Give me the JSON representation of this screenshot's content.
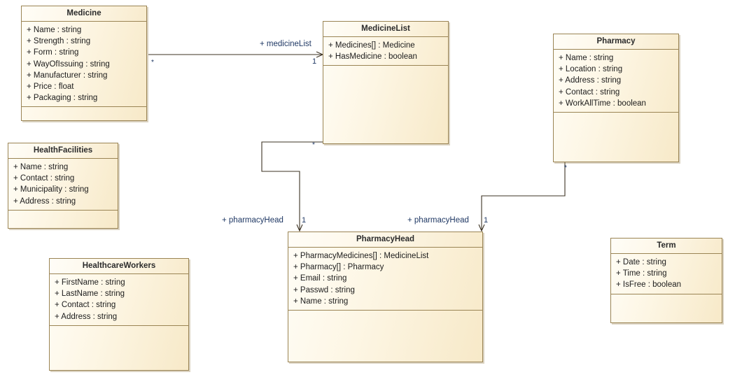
{
  "diagram": {
    "type": "uml-class-diagram",
    "background_color": "#ffffff",
    "box_fill": "#fdf6e4",
    "box_border": "#9a8454",
    "line_color": "#3d3323",
    "label_color": "#1f3864"
  },
  "classes": [
    {
      "id": "medicine",
      "name": "Medicine",
      "attributes": [
        "+ Name : string",
        "+ Strength : string",
        "+ Form : string",
        "+ WayOfIssuing : string",
        "+ Manufacturer : string",
        "+ Price : float",
        "+ Packaging : string"
      ],
      "operations": []
    },
    {
      "id": "medicinelist",
      "name": "MedicineList",
      "attributes": [
        "+ Medicines[] : Medicine",
        "+ HasMedicine : boolean"
      ],
      "operations": []
    },
    {
      "id": "pharmacy",
      "name": "Pharmacy",
      "attributes": [
        "+ Name : string",
        "+ Location : string",
        "+ Address : string",
        "+ Contact : string",
        "+ WorkAllTime : boolean"
      ],
      "operations": []
    },
    {
      "id": "healthfacilities",
      "name": "HealthFacilities",
      "attributes": [
        "+ Name : string",
        "+ Contact : string",
        "+ Municipality : string",
        "+ Address : string"
      ],
      "operations": []
    },
    {
      "id": "healthcareworkers",
      "name": "HealthcareWorkers",
      "attributes": [
        "+ FirstName : string",
        "+ LastName : string",
        "+ Contact : string",
        "+ Address : string"
      ],
      "operations": []
    },
    {
      "id": "pharmacyhead",
      "name": "PharmacyHead",
      "attributes": [
        "+ PharmacyMedicines[] : MedicineList",
        "+ Pharmacy[] : Pharmacy",
        "+ Email : string",
        "+ Passwd : string",
        "+ Name : string"
      ],
      "operations": []
    },
    {
      "id": "term",
      "name": "Term",
      "attributes": [
        "+ Date : string",
        "+ Time : string",
        "+ IsFree : boolean"
      ],
      "operations": []
    }
  ],
  "associations": [
    {
      "id": "medicine-medicinelist",
      "source": "Medicine",
      "target": "MedicineList",
      "role_label": "+ medicineList",
      "source_multiplicity": "*",
      "target_multiplicity": "1"
    },
    {
      "id": "medicinelist-pharmacyhead",
      "source": "MedicineList",
      "target": "PharmacyHead",
      "role_label": "+ pharmacyHead",
      "source_multiplicity": "*",
      "target_multiplicity": "1"
    },
    {
      "id": "pharmacy-pharmacyhead",
      "source": "Pharmacy",
      "target": "PharmacyHead",
      "role_label": "+ pharmacyHead",
      "source_multiplicity": "*",
      "target_multiplicity": "1"
    }
  ]
}
